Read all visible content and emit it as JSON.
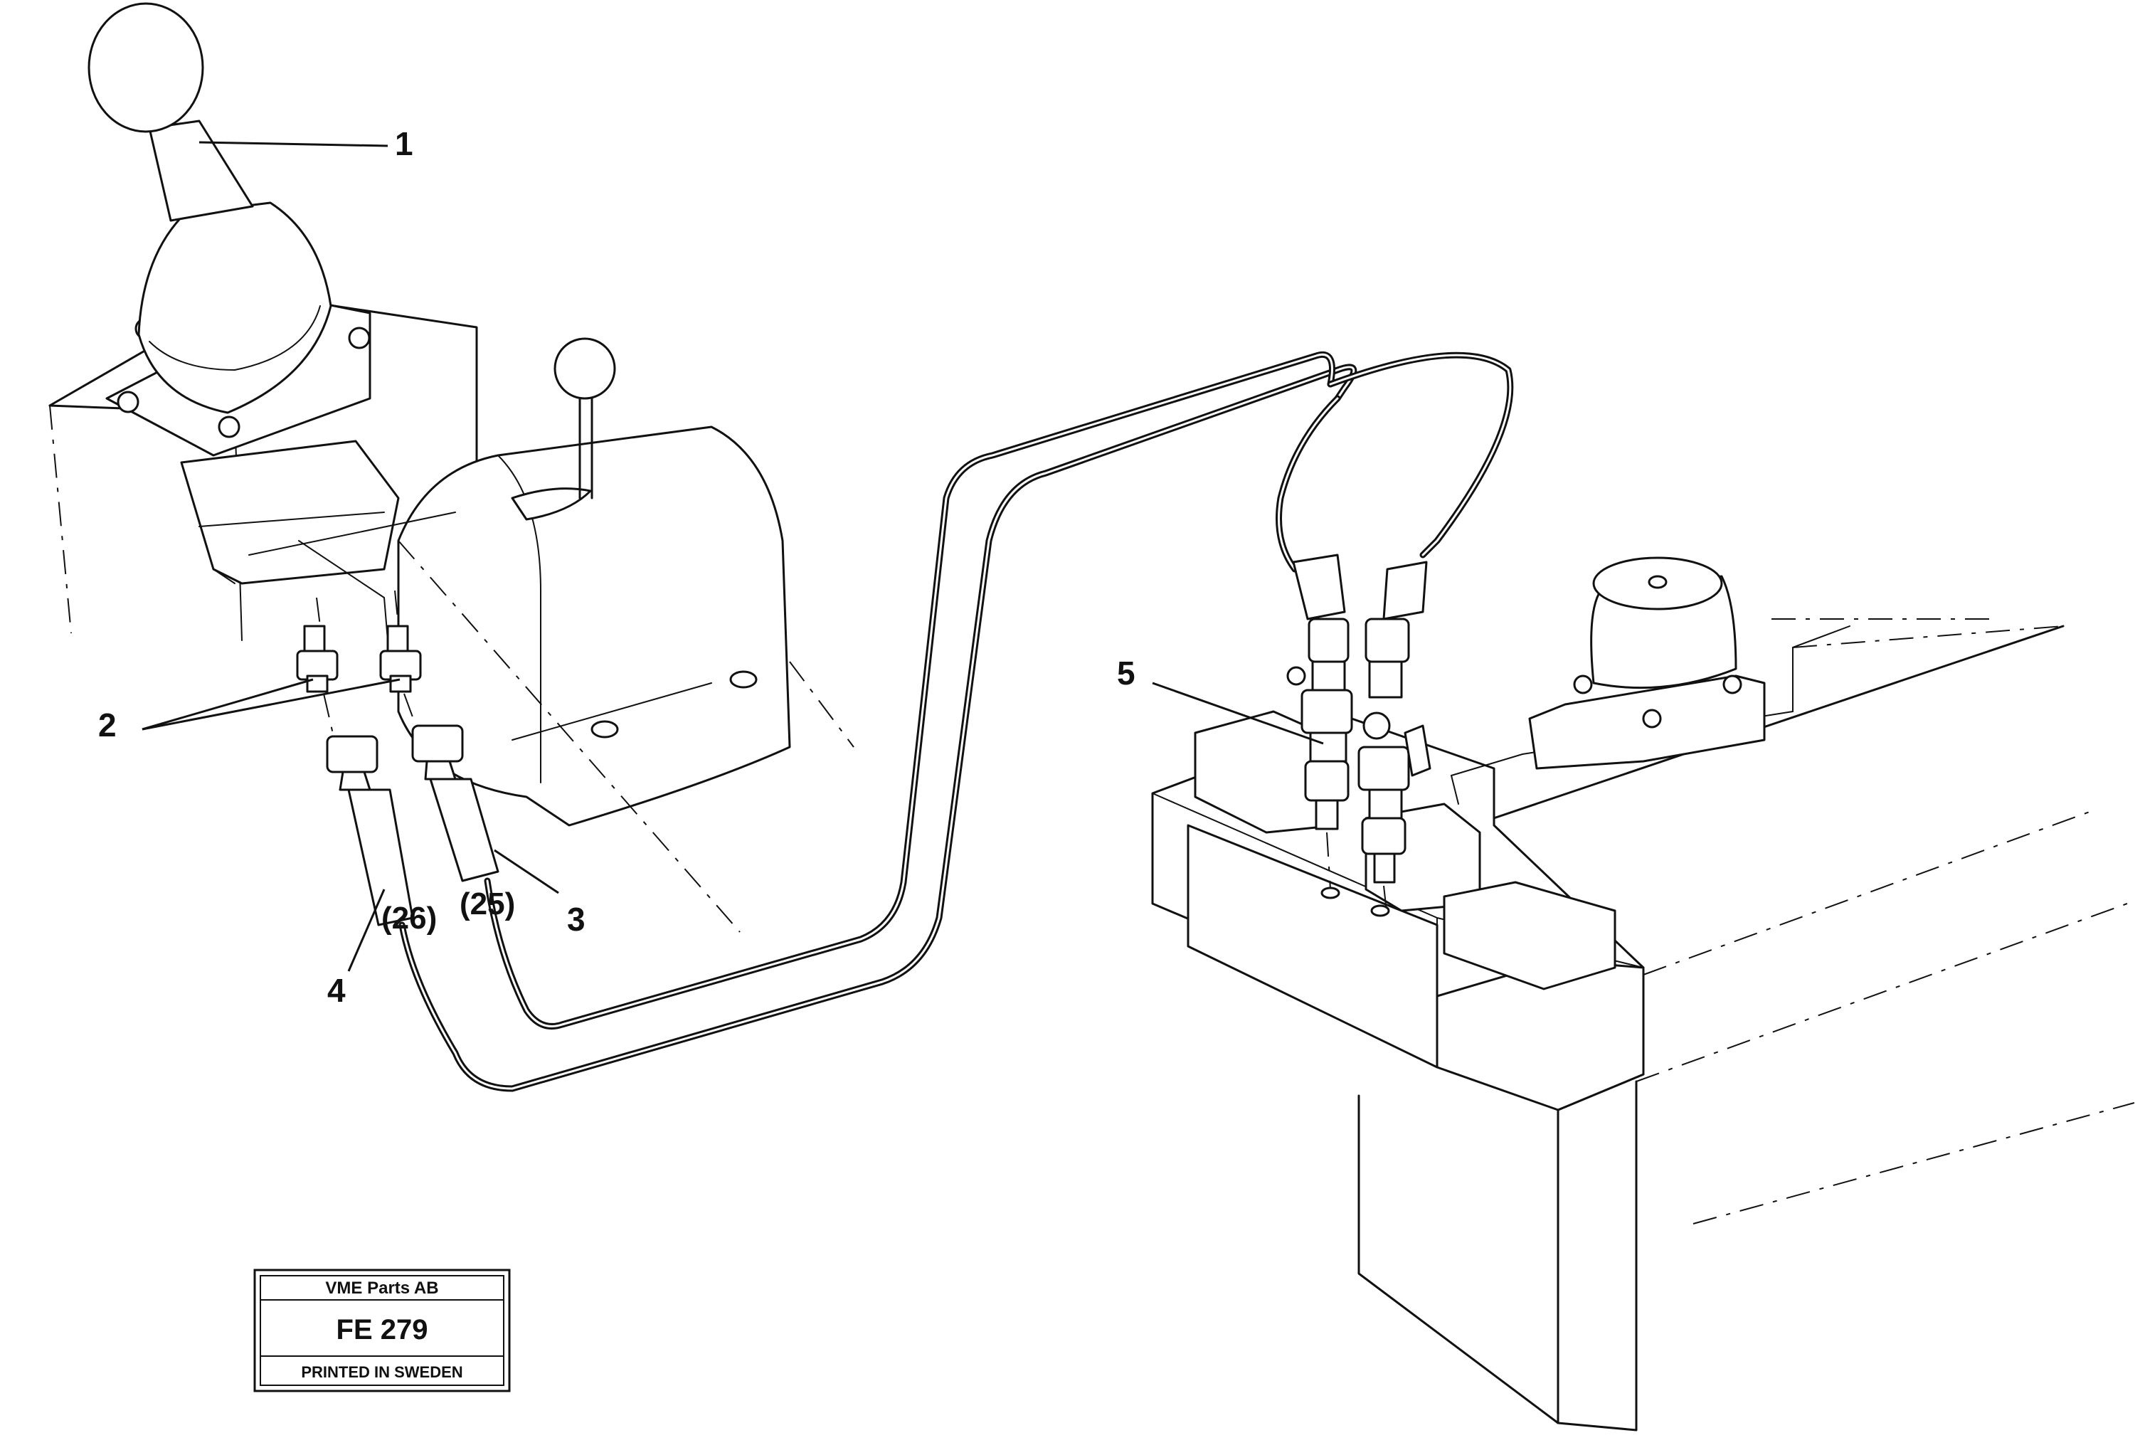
{
  "callouts": {
    "c1": "1",
    "c2": "2",
    "c3": "3",
    "c4": "4",
    "c5": "5"
  },
  "refs": {
    "r26": "(26)",
    "r25": "(25)"
  },
  "stamp": {
    "company": "VME Parts AB",
    "code": "FE 279",
    "footer": "PRINTED IN SWEDEN"
  }
}
